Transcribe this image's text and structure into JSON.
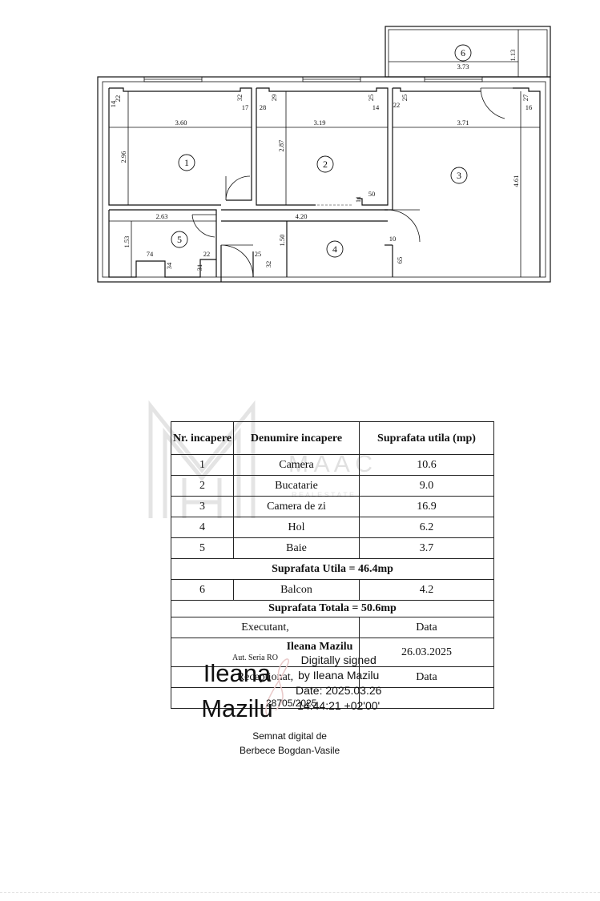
{
  "floorplan": {
    "rooms": [
      {
        "id": "1",
        "width": "3.60",
        "height": "2.96"
      },
      {
        "id": "2",
        "width": "3.19",
        "height": "2.87"
      },
      {
        "id": "3",
        "width": "3.71",
        "height": "4.61"
      },
      {
        "id": "4",
        "width": "4.20",
        "height": "1.50"
      },
      {
        "id": "5",
        "width": "2.63",
        "height": "1.53"
      },
      {
        "id": "6",
        "width": "3.73",
        "height": "1.13"
      }
    ],
    "small_dims": [
      "22",
      "14",
      "32",
      "17",
      "28",
      "29",
      "25",
      "14",
      "22",
      "25",
      "27",
      "16",
      "11",
      "50",
      "10",
      "65",
      "25",
      "32",
      "74",
      "34",
      "31",
      "22"
    ]
  },
  "watermark": {
    "text": "M A A C",
    "sub": "R E A L   E S T A T E"
  },
  "table": {
    "headers": {
      "nr": "Nr. incapere",
      "name": "Denumire incapere",
      "area": "Suprafata utila (mp)"
    },
    "rows": [
      {
        "nr": "1",
        "name": "Camera",
        "area": "10.6"
      },
      {
        "nr": "2",
        "name": "Bucatarie",
        "area": "9.0"
      },
      {
        "nr": "3",
        "name": "Camera de zi",
        "area": "16.9"
      },
      {
        "nr": "4",
        "name": "Hol",
        "area": "6.2"
      },
      {
        "nr": "5",
        "name": "Baie",
        "area": "3.7"
      }
    ],
    "util_total": "Suprafata Utila = 46.4mp",
    "balcony": {
      "nr": "6",
      "name": "Balcon",
      "area": "4.2"
    },
    "total": "Suprafata Totala = 50.6mp",
    "executant_label": "Executant,",
    "data_label": "Data",
    "executant_name": "Ileana Mazilu",
    "authorization": "Aut. Seria RO",
    "signature_name": "Ileana Mazilu",
    "digital_signature": "Digitally signed\nby Ileana Mazilu\nDate: 2025.03.26\n14:44:21 +02'00'",
    "executant_date": "26.03.2025",
    "receptionat_label": "Receptionat,",
    "data_label_2": "Data",
    "receptionat_number": "28705/2025",
    "receptionat_sign": "Semnat digital de\nBerbece Bogdan-Vasile"
  }
}
